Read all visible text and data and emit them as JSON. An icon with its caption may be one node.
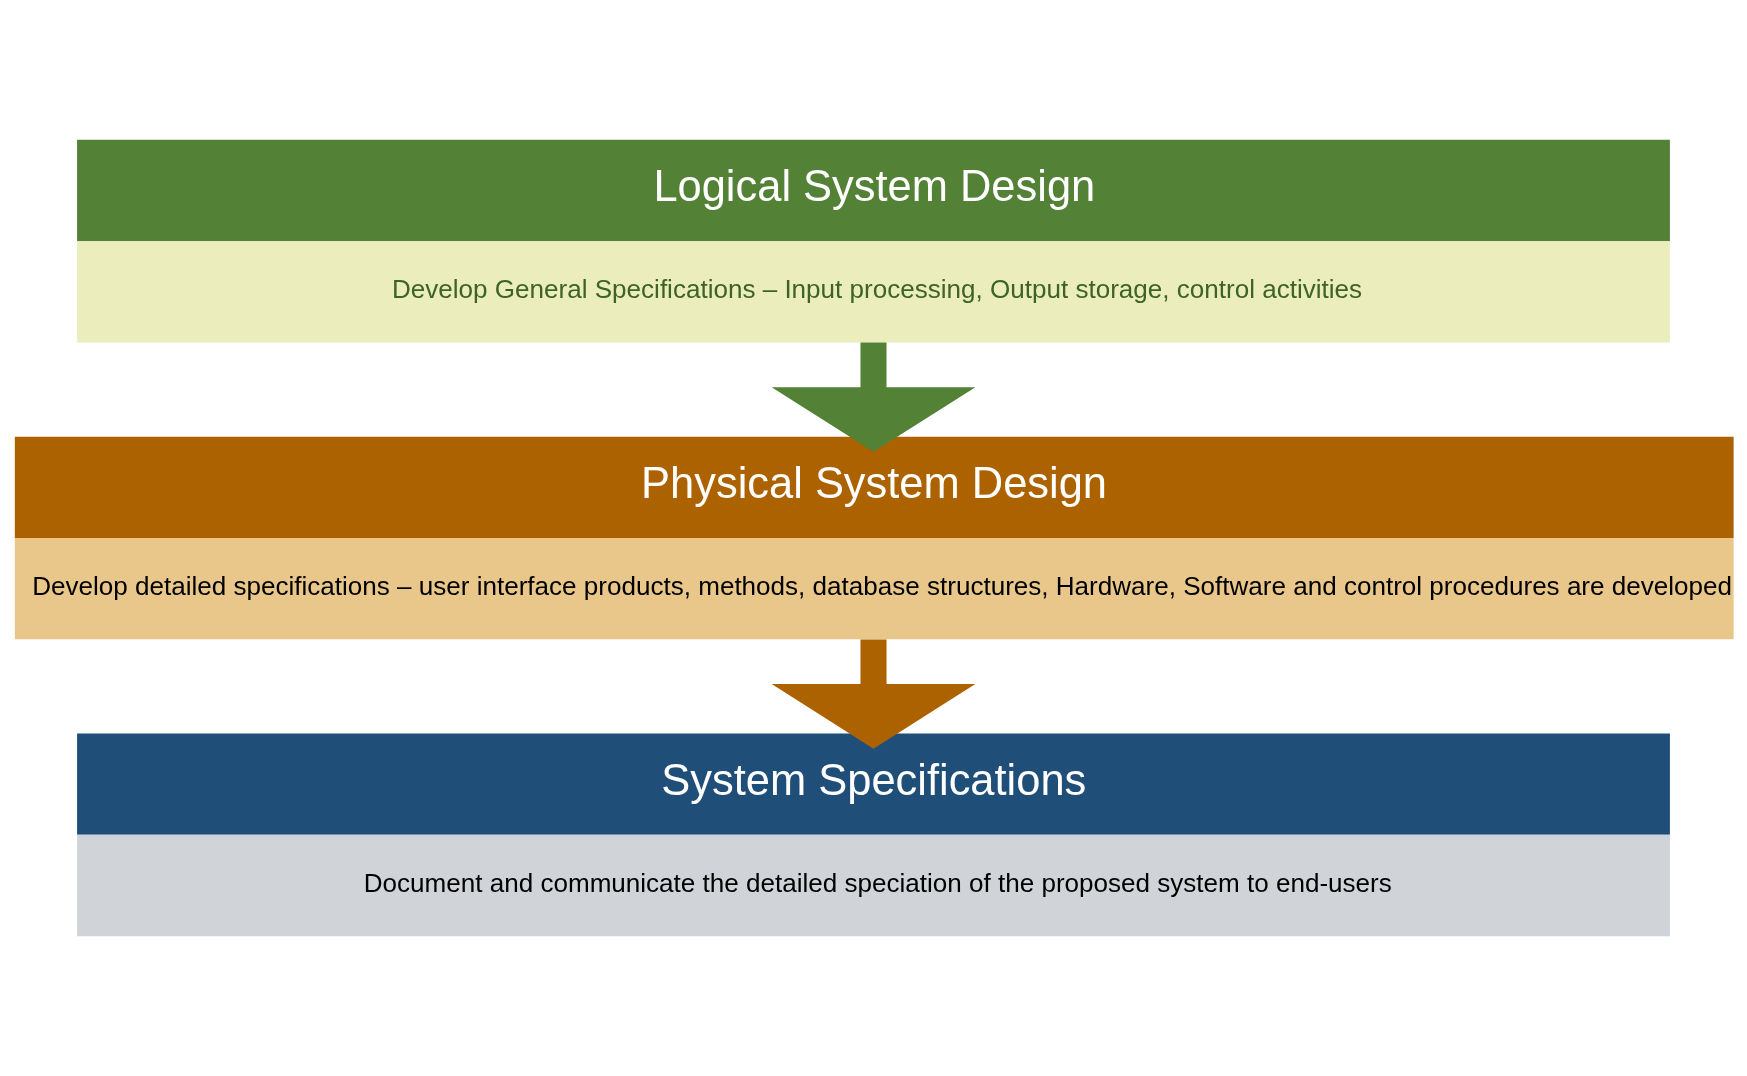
{
  "diagram": {
    "nodes": [
      {
        "text": [
          "Logical System Design",
          "Develop General Specifications – Input processing, Output storage, control activities"
        ]
      },
      {
        "text": [
          "Physical System Design",
          "Develop detailed specifications – user interface products, methods, database structures, Hardware, Software and control procedures are developed"
        ]
      },
      {
        "text": [
          "System Specifications",
          "Document and communicate the detailed speciation of the proposed system to end-users"
        ]
      }
    ],
    "edges": [
      {
        "from": 0,
        "to": 1,
        "arrow": "to",
        "color": "#538135"
      },
      {
        "from": 1,
        "to": 2,
        "arrow": "to",
        "color": "#ad6200"
      }
    ]
  }
}
